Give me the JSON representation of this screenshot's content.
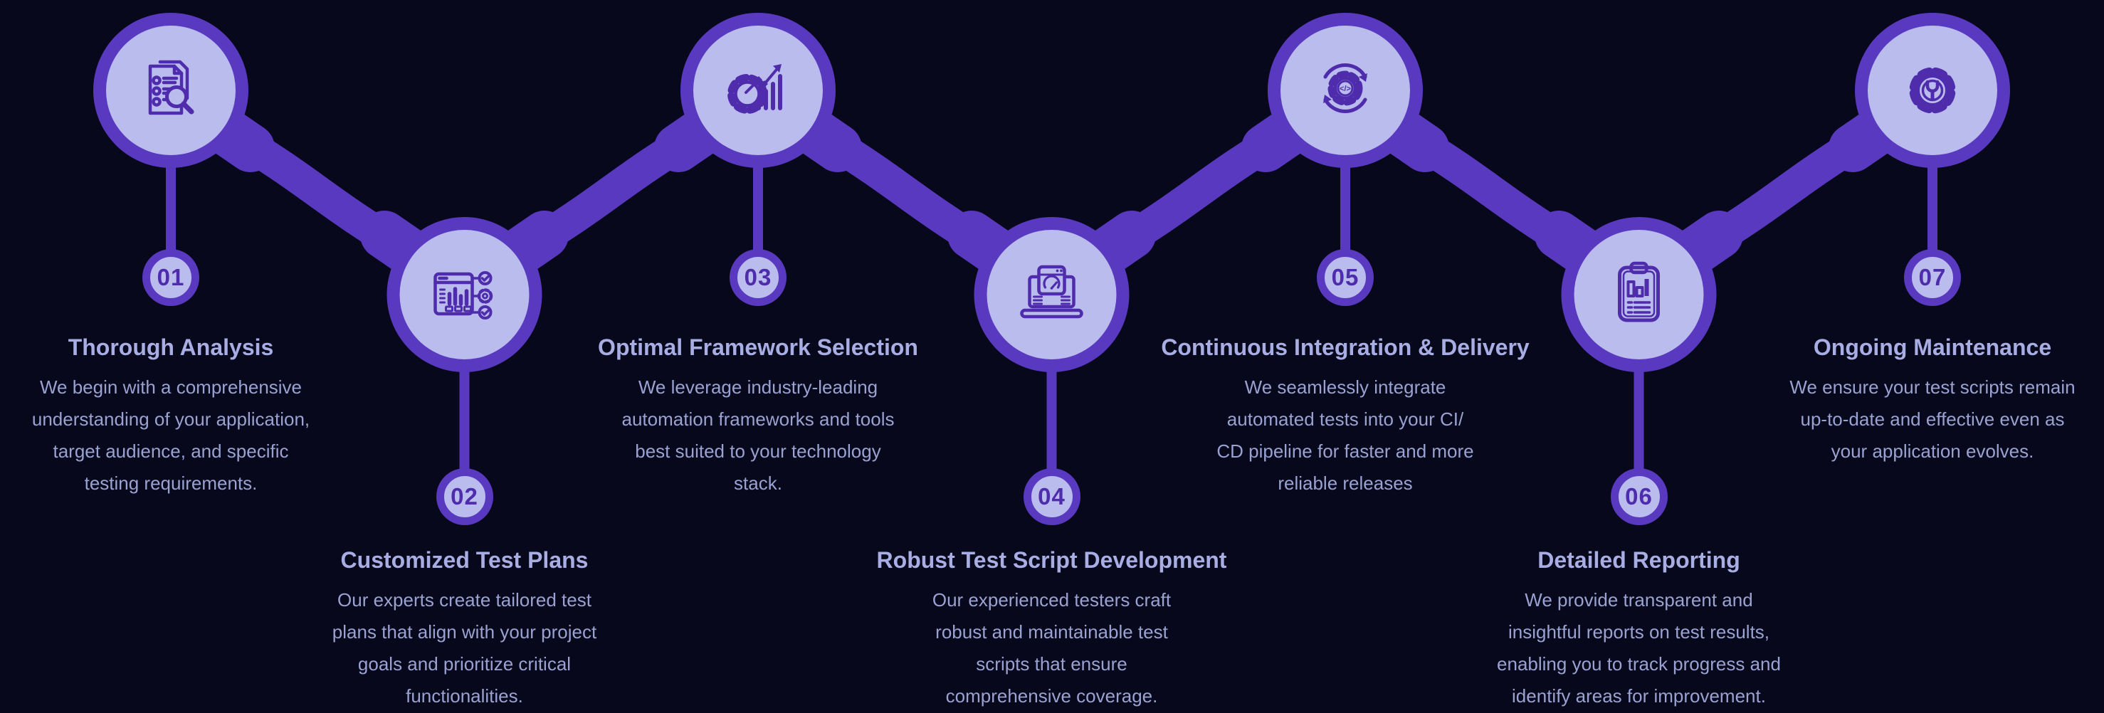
{
  "colors": {
    "bg": "#08081c",
    "purple": "#5939bf",
    "lavender": "#b9bcec",
    "icon": "#4e2cab",
    "number": "#4e2cab",
    "title": "#a8aee3",
    "desc": "#99a2d1"
  },
  "icons": {
    "code_glyph": "</>"
  },
  "steps": [
    {
      "number": "01",
      "title": "Thorough Analysis",
      "icon": "document-checklist-magnifier-icon",
      "position": "top",
      "description_lines": [
        "We begin with a comprehensive",
        "understanding of your application,",
        "target audience, and specific",
        "testing requirements."
      ]
    },
    {
      "number": "02",
      "title": "Customized Test Plans",
      "icon": "analytics-window-gear-checks-icon",
      "position": "bottom",
      "description_lines": [
        "Our experts create tailored test",
        "plans that align with your project",
        "goals and prioritize critical",
        "functionalities."
      ]
    },
    {
      "number": "03",
      "title": "Optimal Framework Selection",
      "icon": "gear-growth-chart-icon",
      "position": "top",
      "description_lines": [
        "We leverage industry-leading",
        "automation frameworks and tools",
        "best suited to your technology",
        "stack."
      ]
    },
    {
      "number": "04",
      "title": "Robust Test Script Development",
      "icon": "laptop-code-gauge-icon",
      "position": "bottom",
      "description_lines": [
        "Our experienced testers craft",
        "robust and maintainable test",
        "scripts that ensure",
        "comprehensive coverage."
      ]
    },
    {
      "number": "05",
      "title": "Continuous Integration & Delivery",
      "icon": "cicd-loop-gear-code-icon",
      "position": "top",
      "description_lines": [
        "We seamlessly integrate",
        "automated tests into your CI/",
        "CD pipeline for faster and more",
        "reliable releases"
      ]
    },
    {
      "number": "06",
      "title": "Detailed Reporting",
      "icon": "report-clipboard-chart-icon",
      "position": "bottom",
      "description_lines": [
        "We provide transparent and",
        "insightful reports on test results,",
        "enabling you to track progress and",
        "identify areas for improvement."
      ]
    },
    {
      "number": "07",
      "title": "Ongoing Maintenance",
      "icon": "gear-wrench-icon",
      "position": "top",
      "description_lines": [
        "We ensure your test scripts remain",
        "up-to-date and effective even as",
        "your application evolves."
      ]
    }
  ]
}
